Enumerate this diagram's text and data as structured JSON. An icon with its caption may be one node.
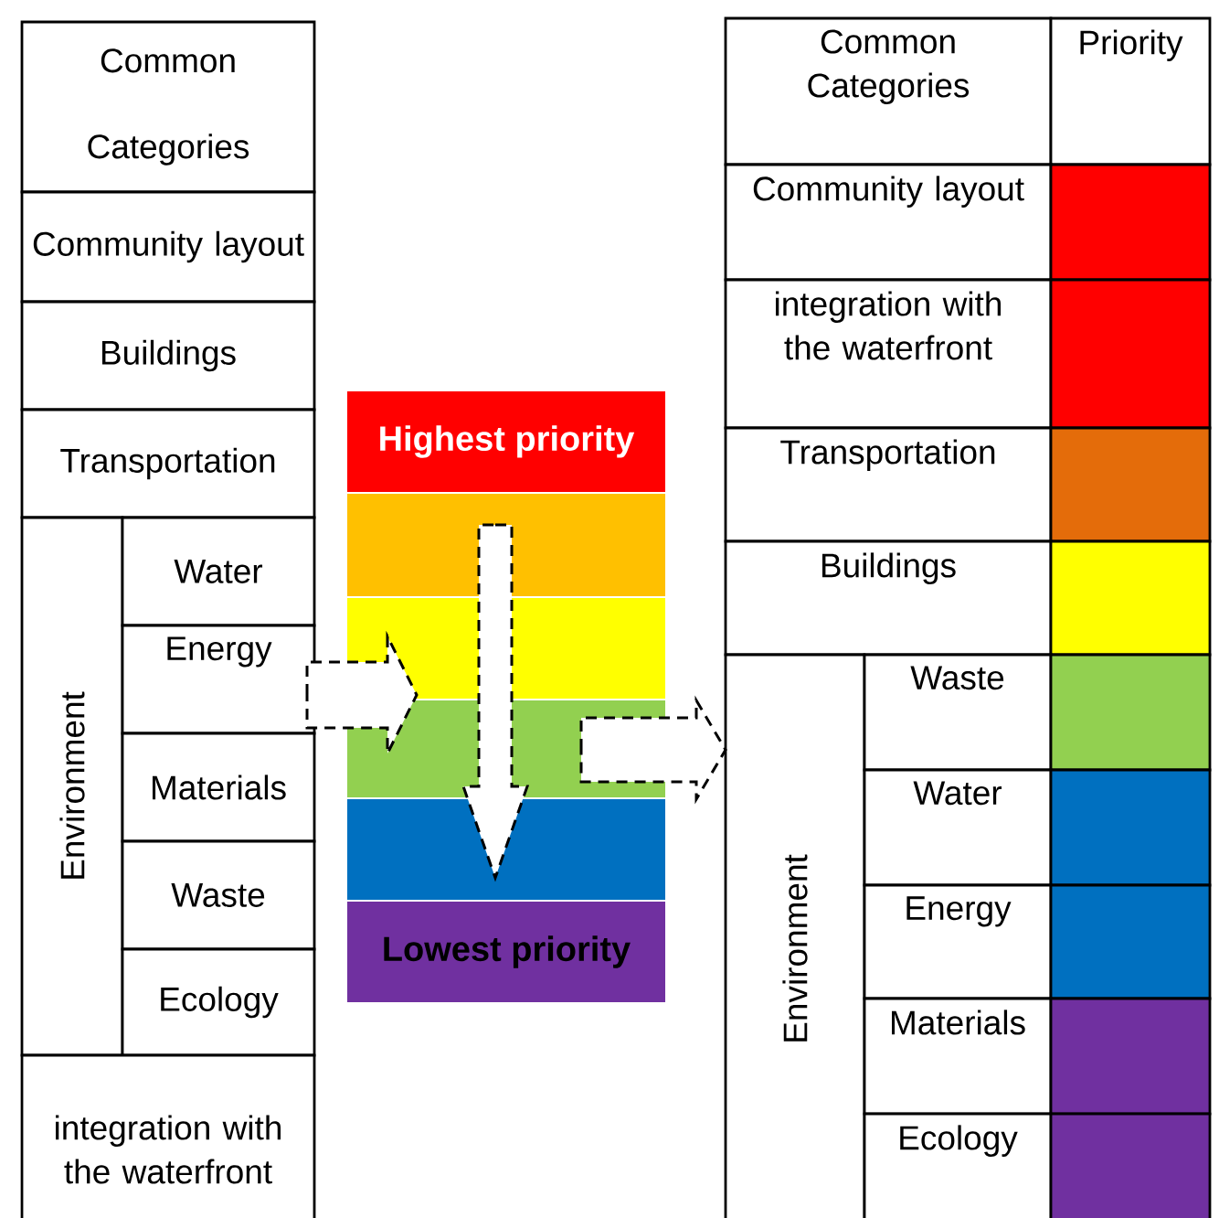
{
  "diagram": {
    "nodes": [
      {
        "text": [
          "Common Categories"
        ]
      },
      {
        "text": [
          "Community layout"
        ]
      },
      {
        "text": [
          "Buildings"
        ]
      },
      {
        "text": [
          "Transportation"
        ]
      },
      {
        "text": [
          "Environment"
        ]
      },
      {
        "text": [
          "Water"
        ]
      },
      {
        "text": [
          "Energy"
        ]
      },
      {
        "text": [
          "Materials"
        ]
      },
      {
        "text": [
          "Waste"
        ]
      },
      {
        "text": [
          "Ecology"
        ]
      },
      {
        "text": [
          "integration with the waterfront"
        ]
      },
      {
        "text": [
          "Highest priority"
        ]
      },
      {
        "text": [],
        "shape": "box"
      },
      {
        "text": [],
        "shape": "box"
      },
      {
        "text": [],
        "shape": "box"
      },
      {
        "text": [],
        "shape": "box"
      },
      {
        "text": [
          "Lowest priority"
        ]
      },
      {
        "text": [
          "Common Categories"
        ]
      },
      {
        "text": [
          "Priority"
        ]
      },
      {
        "text": [
          "Community layout"
        ]
      },
      {
        "text": [],
        "shape": "box"
      },
      {
        "text": [
          "integration with the waterfront"
        ]
      },
      {
        "text": [],
        "shape": "box"
      },
      {
        "text": [
          "Transportation"
        ]
      },
      {
        "text": [],
        "shape": "box"
      },
      {
        "text": [
          "Buildings"
        ]
      },
      {
        "text": [],
        "shape": "box"
      },
      {
        "text": [
          "Environment"
        ]
      },
      {
        "text": [
          "Waste"
        ]
      },
      {
        "text": [],
        "shape": "box"
      },
      {
        "text": [
          "Water"
        ]
      },
      {
        "text": [],
        "shape": "box"
      },
      {
        "text": [
          "Energy"
        ]
      },
      {
        "text": [],
        "shape": "box"
      },
      {
        "text": [
          "Materials"
        ]
      },
      {
        "text": [],
        "shape": "box"
      },
      {
        "text": [
          "Ecology"
        ]
      },
      {
        "text": [],
        "shape": "box"
      }
    ],
    "edges": [
      {
        "from": 6,
        "to": 13,
        "arrow": "to",
        "style": "dashed"
      },
      {
        "from": 12,
        "to": 15,
        "arrow": "to",
        "style": "dashed"
      },
      {
        "from": 14,
        "to": 27,
        "arrow": "to",
        "style": "dashed"
      }
    ]
  }
}
